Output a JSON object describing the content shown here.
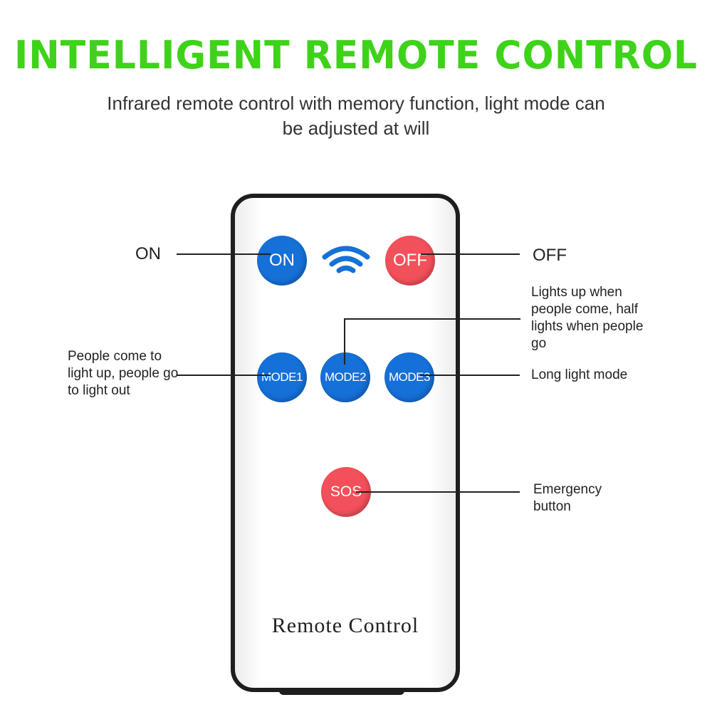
{
  "header": {
    "title": "INTELLIGENT REMOTE CONTROL",
    "subtitle": "Infrared remote control with memory function, light mode can be adjusted at will"
  },
  "remote": {
    "label": "Remote Control",
    "buttons": {
      "on": "ON",
      "off": "OFF",
      "mode1": "MODE1",
      "mode2": "MODE2",
      "mode3": "MODE3",
      "sos": "SOS"
    }
  },
  "callouts": {
    "on": "ON",
    "off": "OFF",
    "mode1": "People come to light up, people go to light out",
    "mode2": "Lights up when people come, half lights when people go",
    "mode3": "Long light mode",
    "sos": "Emergency button"
  },
  "colors": {
    "title_green": "#3fd21b",
    "button_blue": "#1570d8",
    "button_red": "#f2505a",
    "outline": "#1e1e1e"
  },
  "icons": {
    "signal": "wifi-signal-icon"
  }
}
